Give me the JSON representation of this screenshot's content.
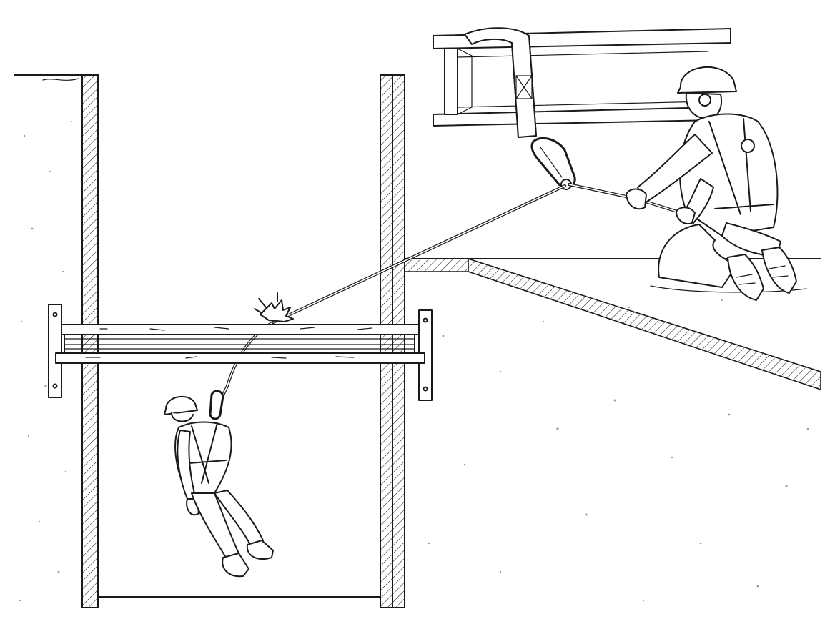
{
  "illustration": {
    "colors": {
      "ink": "#1a1a1a",
      "paper": "#ffffff",
      "concrete_speckle": "#9a9a9a"
    },
    "elements": [
      "shaft-wall-left",
      "shaft-wall-right",
      "floor-slab",
      "steel-i-beam",
      "anchor-strap",
      "carabiner",
      "lifeline-rope",
      "cross-beam",
      "impact-burst",
      "suspended-worker",
      "rescuer-kneeling"
    ]
  }
}
